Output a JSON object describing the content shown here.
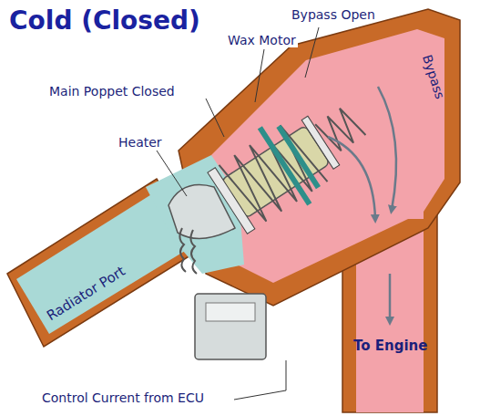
{
  "diagram": {
    "title": "Cold (Closed)",
    "labels": [
      "Bypass Open",
      "Wax Motor",
      "Main Poppet Closed",
      "Heater",
      "Bypass",
      "Radiator Port",
      "To Engine",
      "Control Current from ECU"
    ]
  }
}
